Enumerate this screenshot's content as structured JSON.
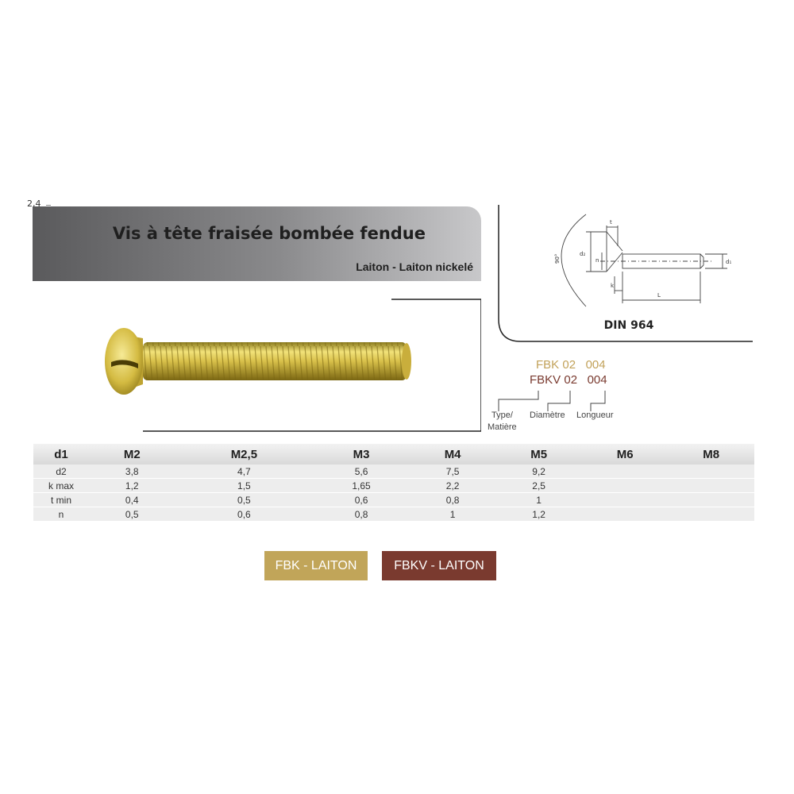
{
  "section": {
    "number": "2,4"
  },
  "banner": {
    "title": "Vis à tête fraisée bombée fendue",
    "subtitle": "Laiton - Laiton nickelé"
  },
  "diagram": {
    "caption": "DIN 964",
    "labels": {
      "angle": "90°",
      "t": "t",
      "d2": "d₂",
      "n": "n",
      "k": "k",
      "L": "L",
      "d1": "d₁"
    }
  },
  "codes": {
    "fbk": {
      "type": "FBK",
      "diameter": "02",
      "length": "004"
    },
    "fbkv": {
      "type": "FBKV",
      "diameter": "02",
      "length": "004"
    },
    "labels": {
      "type_line1": "Type/",
      "type_line2": "Matière",
      "diametre": "Diamètre",
      "longueur": "Longueur"
    }
  },
  "table": {
    "headers": [
      "d1",
      "M2",
      "M2,5",
      "M3",
      "M4",
      "M5",
      "M6",
      "M8"
    ],
    "rows": [
      [
        "d2",
        "3,8",
        "4,7",
        "5,6",
        "7,5",
        "9,2",
        "",
        ""
      ],
      [
        "k max",
        "1,2",
        "1,5",
        "1,65",
        "2,2",
        "2,5",
        "",
        ""
      ],
      [
        "t min",
        "0,4",
        "0,5",
        "0,6",
        "0,8",
        "1",
        "",
        ""
      ],
      [
        "n",
        "0,5",
        "0,6",
        "0,8",
        "1",
        "1,2",
        "",
        ""
      ]
    ]
  },
  "legend": [
    {
      "label": "FBK - LAITON",
      "color": "#c1a559"
    },
    {
      "label": "FBKV - LAITON",
      "color": "#7a3a2f"
    }
  ],
  "colors": {
    "brass": "#c1a559",
    "nickel_brass": "#7a3a2f"
  }
}
